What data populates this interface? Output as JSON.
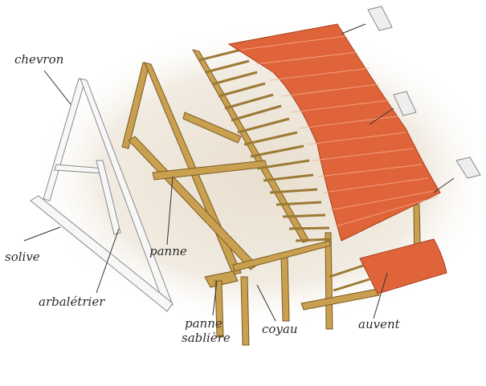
{
  "labels": {
    "chevron": "chevron",
    "solive": "solive",
    "arbaletrier": "arbalétrier",
    "panne": "panne",
    "panne_sabliere_1": "panne",
    "panne_sabliere_2": "sablière",
    "coyau": "coyau",
    "auvent": "auvent"
  },
  "colors": {
    "tile": "#e0643a",
    "wood": "#c9a050",
    "frame": "#f4f4f4",
    "ground": "#efe6d8"
  }
}
